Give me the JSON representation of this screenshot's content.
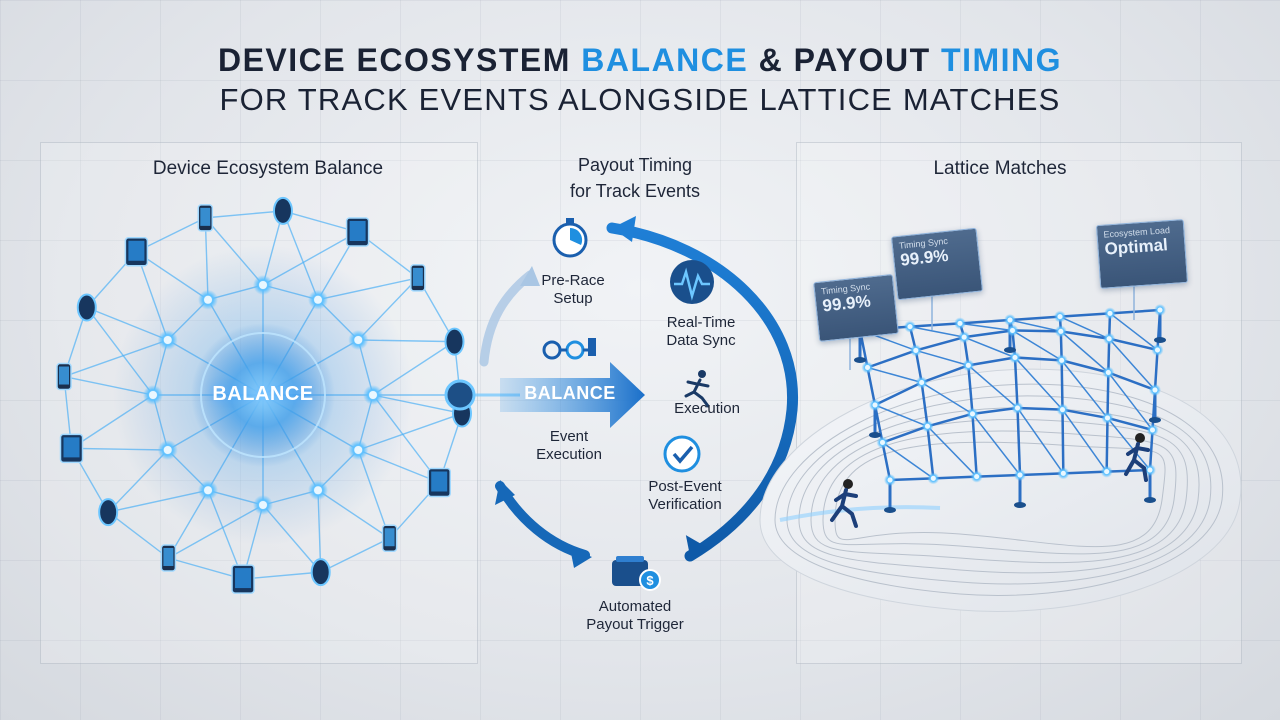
{
  "header": {
    "line1_part1": "DEVICE ECOSYSTEM ",
    "line1_part2": "BALANCE",
    "line1_part3": " & PAYOUT ",
    "line1_part4": "TIMING",
    "line2": "FOR TRACK EVENTS ALONGSIDE LATTICE MATCHES"
  },
  "sections": {
    "left_title": "Device Ecosystem Balance",
    "middle_title_line1": "Payout Timing",
    "middle_title_line2": "for Track Events",
    "right_title": "Lattice Matches"
  },
  "network": {
    "core_label": "BALANCE"
  },
  "cycle": {
    "arrow_label": "BALANCE",
    "steps": {
      "pre_race_1": "Pre-Race",
      "pre_race_2": "Setup",
      "sync_1": "Real-Time",
      "sync_2": "Data Sync",
      "execution": "Execution",
      "event_1": "Event",
      "event_2": "Execution",
      "post_1": "Post-Event",
      "post_2": "Verification",
      "payout_1": "Automated",
      "payout_2": "Payout Trigger"
    }
  },
  "lattice": {
    "card_a": {
      "key": "Timing Sync",
      "value": "99.9%"
    },
    "card_b": {
      "key": "Timing Sync",
      "value": "99.9%"
    },
    "card_c": {
      "key": "Ecosystem Load",
      "value": "Optimal"
    }
  },
  "colors": {
    "accent": "#1f8fe0",
    "dark": "#1a2234",
    "glow": "#5cc0ff",
    "arrow": "#1668b8"
  }
}
